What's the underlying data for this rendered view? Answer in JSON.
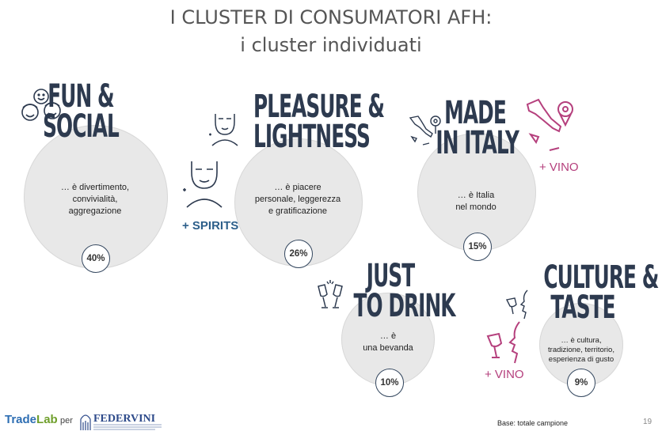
{
  "title": {
    "line1": "I CLUSTER DI CONSUMATORI AFH:",
    "line2": "i cluster individuati"
  },
  "clusters": [
    {
      "heading1": "FUN &",
      "heading2": "SOCIAL",
      "desc1": "… è divertimento,",
      "desc2": "convivialità,",
      "desc3": "aggregazione",
      "pct": "40%"
    },
    {
      "heading1": "PLEASURE &",
      "heading2": "LIGHTNESS",
      "desc1": "… è piacere",
      "desc2": "personale, leggerezza",
      "desc3": "e gratificazione",
      "pct": "26%",
      "plus": "+ SPIRITS"
    },
    {
      "heading1": "MADE",
      "heading2": "IN ITALY",
      "desc1": "… è Italia",
      "desc2": "nel mondo",
      "pct": "15%",
      "plus": "+ VINO"
    },
    {
      "heading1": "JUST",
      "heading2": "TO DRINK",
      "desc1": "… è",
      "desc2": "una bevanda",
      "pct": "10%"
    },
    {
      "heading1": "CULTURE &",
      "heading2": "TASTE",
      "desc1": "… è cultura,",
      "desc2": "tradizione, territorio,",
      "desc3": "esperienza di gusto",
      "pct": "9%",
      "plus": "+ VINO"
    }
  ],
  "footer": {
    "base": "Base: totale campione",
    "page": "19",
    "logo_trade_a": "Trade",
    "logo_trade_b": "Lab",
    "per": "per",
    "logo_fed": "FEDERVINI"
  },
  "colors": {
    "accent_dark": "#2d3a4f",
    "wine": "#b5407d",
    "spirits": "#2d5f8a",
    "circle": "#e8e8e8"
  }
}
